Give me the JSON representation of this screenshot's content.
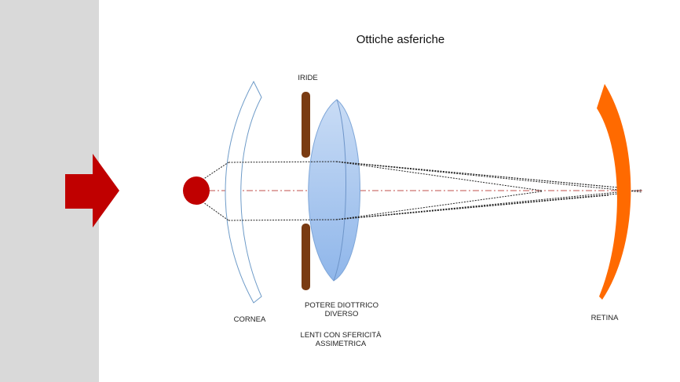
{
  "title": "Ottiche asferiche",
  "labels": {
    "iride": "IRIDE",
    "cornea": "CORNEA",
    "retina": "RETINA",
    "potere_line1": "POTERE DIOTTRICO",
    "potere_line2": "DIVERSO",
    "lenti_line1": "LENTI CON  SFERICITÀ",
    "lenti_line2": "ASSIMETRICA"
  },
  "colors": {
    "side_panel": "#d9d9d9",
    "arrow": "#c00000",
    "object_dot": "#c00000",
    "iris": "#7a3b12",
    "lens_fill": "#9dc3ef",
    "cornea_stroke": "#6e9bc8",
    "retina": "#ff6a00",
    "axis": "#c0504d"
  }
}
